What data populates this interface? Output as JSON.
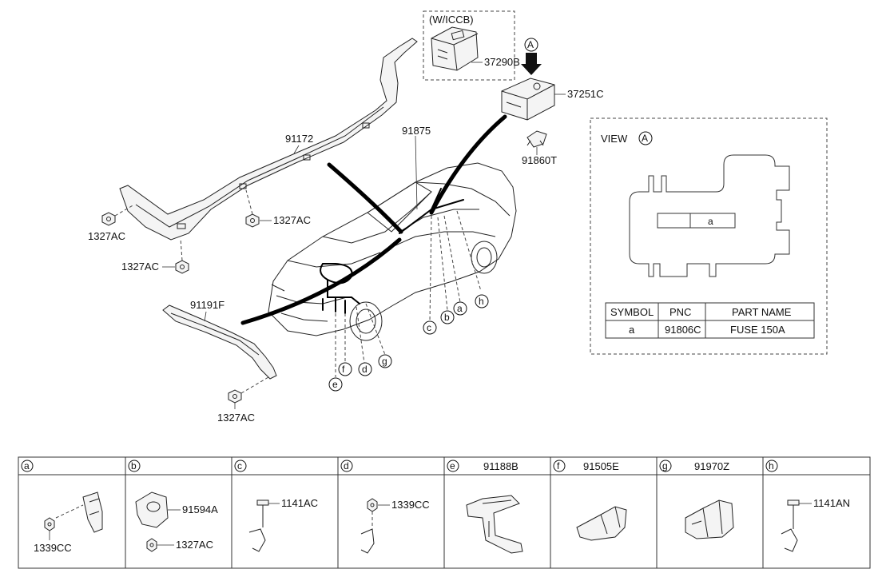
{
  "diagram": {
    "variant_label": "(W/ICCB)",
    "view_marker": "A",
    "view_label": "VIEW",
    "fuse_slot_label": "a",
    "part_numbers": {
      "p37290B": "37290B",
      "p37251C": "37251C",
      "p91860T": "91860T",
      "p91875": "91875",
      "p91172": "91172",
      "p1327AC_a": "1327AC",
      "p1327AC_b": "1327AC",
      "p1327AC_c": "1327AC",
      "p1327AC_d": "1327AC",
      "p91191F": "91191F"
    },
    "callouts": [
      "a",
      "b",
      "c",
      "d",
      "e",
      "f",
      "g",
      "h"
    ]
  },
  "fuse_table": {
    "headers": [
      "SYMBOL",
      "PNC",
      "PART NAME"
    ],
    "rows": [
      [
        "a",
        "91806C",
        "FUSE 150A"
      ]
    ]
  },
  "detail_panels": [
    {
      "letter": "a",
      "title": "",
      "labels": [
        "1339CC"
      ]
    },
    {
      "letter": "b",
      "title": "",
      "labels": [
        "91594A",
        "1327AC"
      ]
    },
    {
      "letter": "c",
      "title": "",
      "labels": [
        "1141AC"
      ]
    },
    {
      "letter": "d",
      "title": "",
      "labels": [
        "1339CC"
      ]
    },
    {
      "letter": "e",
      "title": "91188B",
      "labels": []
    },
    {
      "letter": "f",
      "title": "91505E",
      "labels": []
    },
    {
      "letter": "g",
      "title": "91970Z",
      "labels": []
    },
    {
      "letter": "h",
      "title": "",
      "labels": [
        "1141AN"
      ]
    }
  ]
}
